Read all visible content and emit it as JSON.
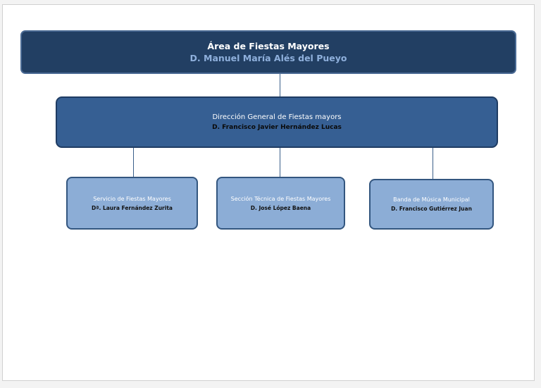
{
  "org_chart": {
    "top": {
      "title": "Área de Fiestas Mayores",
      "person": "D. Manuel María Alés del Pueyo"
    },
    "middle": {
      "title": "Dirección General de Fiestas mayors",
      "person": "D. Francisco Javier Hernández Lucas"
    },
    "units": [
      {
        "title": "Servicio de Fiestas Mayores",
        "person": "Dª. Laura Fernández Zurita"
      },
      {
        "title": "Sección Técnica de Fiestas Mayores",
        "person": "D. José López Baena"
      },
      {
        "title": "Banda de Música Municipal",
        "person": "D. Francisco Gutiérrez Juan"
      }
    ]
  },
  "colors": {
    "top_fill": "#223f63",
    "top_person_text": "#8fb0dc",
    "middle_fill": "#365f93",
    "unit_fill": "#8cadd6",
    "border_dark": "#1f3c63"
  }
}
